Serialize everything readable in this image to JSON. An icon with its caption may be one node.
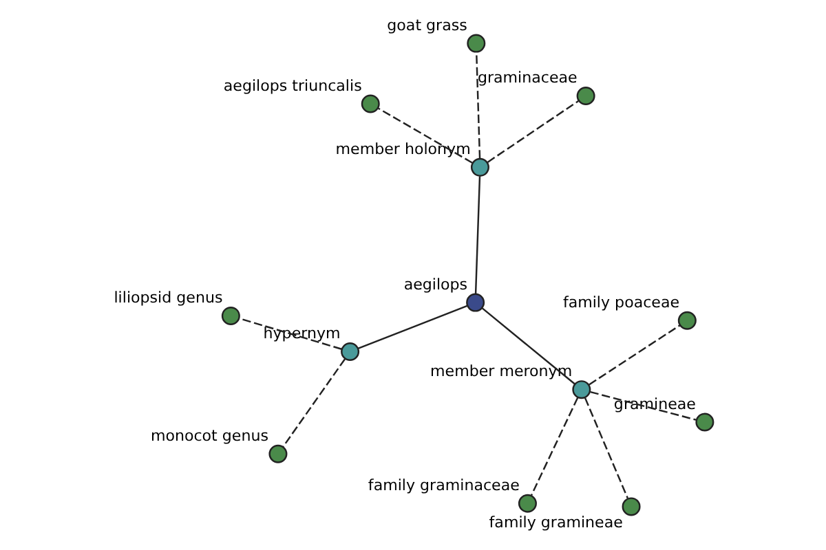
{
  "diagram": {
    "nodes": [
      {
        "text": [
          "monocot genus"
        ]
      },
      {
        "text": [
          "liliopsid genus"
        ]
      },
      {
        "text": [
          "hypernym"
        ]
      },
      {
        "text": [
          "aegilops"
        ]
      },
      {
        "text": [
          "graminaceae"
        ]
      },
      {
        "text": [
          "member holonym"
        ]
      },
      {
        "text": [
          "family graminaceae"
        ]
      },
      {
        "text": [
          "member meronym"
        ]
      },
      {
        "text": [
          "family gramineae"
        ]
      },
      {
        "text": [
          "gramineae"
        ]
      },
      {
        "text": [
          "aegilops triuncalis"
        ]
      },
      {
        "text": [
          "goat grass"
        ]
      },
      {
        "text": [
          "family poaceae"
        ]
      }
    ],
    "edges": [
      {
        "from": 2,
        "to": 0,
        "arrow": "none",
        "style": "dashed"
      },
      {
        "from": 2,
        "to": 1,
        "arrow": "none",
        "style": "dashed"
      },
      {
        "from": 3,
        "to": 2,
        "arrow": "none"
      },
      {
        "from": 3,
        "to": 5,
        "arrow": "none"
      },
      {
        "from": 3,
        "to": 7,
        "arrow": "none"
      },
      {
        "from": 5,
        "to": 4,
        "arrow": "none",
        "style": "dashed"
      },
      {
        "from": 7,
        "to": 6,
        "arrow": "none",
        "style": "dashed"
      },
      {
        "from": 7,
        "to": 8,
        "arrow": "none",
        "style": "dashed"
      },
      {
        "from": 7,
        "to": 9,
        "arrow": "none",
        "style": "dashed"
      },
      {
        "from": 5,
        "to": 10,
        "arrow": "none",
        "style": "dashed"
      },
      {
        "from": 5,
        "to": 11,
        "arrow": "none",
        "style": "dashed"
      },
      {
        "from": 7,
        "to": 12,
        "arrow": "none",
        "style": "dashed"
      }
    ]
  }
}
